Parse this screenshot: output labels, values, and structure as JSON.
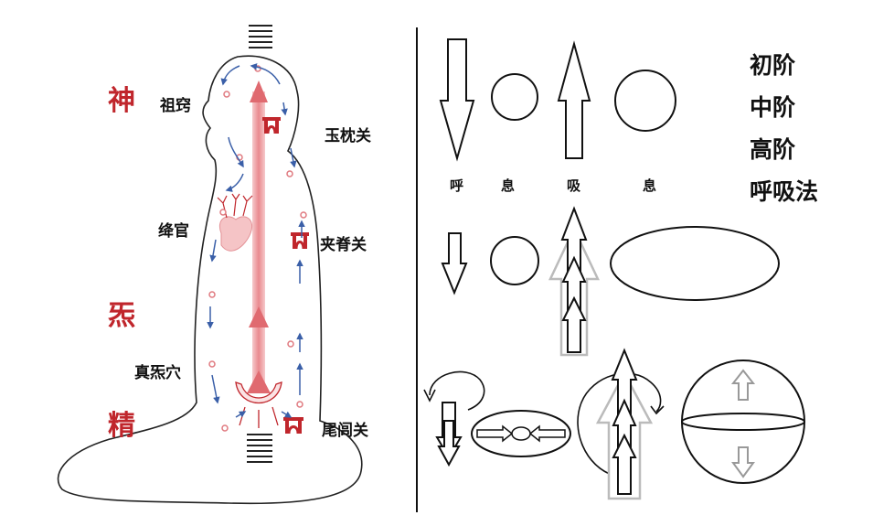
{
  "left": {
    "side_labels": [
      "神",
      "炁",
      "精"
    ],
    "point_labels": {
      "zuqiao": "祖窍",
      "jianggong": "绛官",
      "zhenqixue": "真炁穴",
      "yuzhenguan": "玉枕关",
      "jiajiguan": "夹脊关",
      "weiluguan": "尾闾关"
    },
    "colors": {
      "accent_red": "#c0262c",
      "flow_blue": "#3a5fa8",
      "channel_pink": "#f4b8bb"
    }
  },
  "right": {
    "titles": [
      "初阶",
      "中阶",
      "高阶",
      "呼吸法"
    ],
    "row1_captions": [
      "呼",
      "息",
      "吸",
      "息"
    ]
  }
}
